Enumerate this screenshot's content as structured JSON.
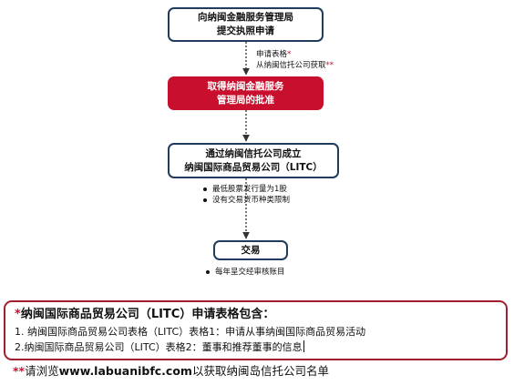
{
  "flow": {
    "step1": {
      "lines": [
        "向纳闽金融服务管理局",
        "提交执照申请"
      ]
    },
    "note1": {
      "line1": "申请表格",
      "line1_mark": "*",
      "line2": "从纳闽信托公司获取",
      "line2_mark": "**"
    },
    "step2": {
      "lines": [
        "取得纳闽金融服务",
        "管理局的批准"
      ]
    },
    "step3": {
      "lines": [
        "通过纳闽信托公司成立",
        "纳闽国际商品贸易公司（LITC）"
      ]
    },
    "bullets3": [
      "最低股票发行量为1股",
      "没有交易货币种类限制"
    ],
    "step4": {
      "lines": [
        "交易"
      ]
    },
    "bullets4": [
      "每年呈交经审核账目"
    ]
  },
  "panel": {
    "title_mark": "*",
    "title": "纳闽国际商品贸易公司（LITC）申请表格包含：",
    "rows": [
      "1. 纳闽国际商品贸易公司表格（LITC）表格1：申请从事纳闽国际商品贸易活动",
      "2.纳闽国际商品贸易公司（LITC）表格2：董事和推荐董事的信息"
    ]
  },
  "footer": {
    "mark": "**",
    "prefix": "请浏览",
    "url": "www.labuanibfc.com",
    "suffix": "以获取纳闽岛信托公司名单"
  },
  "colors": {
    "box_border": "#1f3c5c",
    "accent_red": "#c8102e",
    "panel_border": "#a01e2d",
    "arrow": "#333333"
  }
}
